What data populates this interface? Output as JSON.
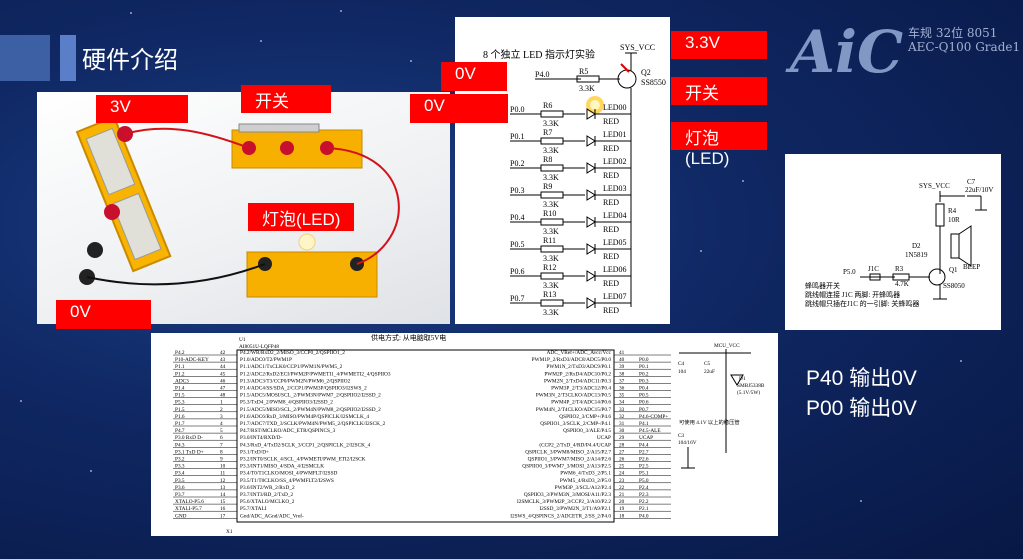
{
  "page": {
    "title": "硬件介绍"
  },
  "logo": {
    "text": "AiC",
    "caption_line1": "车规 32位 8051",
    "caption_line2": "AEC-Q100 Grade1"
  },
  "photo_labels": {
    "v3": "3V",
    "switch": "开关",
    "led": "灯泡(LED)",
    "v0": "0V"
  },
  "mid_labels": {
    "v0_upper": "0V",
    "v0_lower": "0V"
  },
  "schematic_labels": {
    "v33": "3.3V",
    "switch": "开关",
    "led": "灯泡(LED)"
  },
  "led_schematic": {
    "title": "8 个独立 LED 指示灯实验",
    "sys_vcc": "SYS_VCC",
    "p40": "P4.0",
    "r5": "R5",
    "r5_value": "3.3K",
    "q2": "Q2",
    "q2_model": "SS8550",
    "rows": [
      {
        "pin": "P0.0",
        "res": "R6",
        "val": "3.3K",
        "led": "LED00",
        "color": "RED"
      },
      {
        "pin": "P0.1",
        "res": "R7",
        "val": "3.3K",
        "led": "LED01",
        "color": "RED"
      },
      {
        "pin": "P0.2",
        "res": "R8",
        "val": "3.3K",
        "led": "LED02",
        "color": "RED"
      },
      {
        "pin": "P0.3",
        "res": "R9",
        "val": "3.3K",
        "led": "LED03",
        "color": "RED"
      },
      {
        "pin": "P0.4",
        "res": "R10",
        "val": "3.3K",
        "led": "LED04",
        "color": "RED"
      },
      {
        "pin": "P0.5",
        "res": "R11",
        "val": "3.3K",
        "led": "LED05",
        "color": "RED"
      },
      {
        "pin": "P0.6",
        "res": "R12",
        "val": "3.3K",
        "led": "LED06",
        "color": "RED"
      },
      {
        "pin": "P0.7",
        "res": "R13",
        "val": "3.3K",
        "led": "LED07",
        "color": "RED"
      }
    ]
  },
  "beep_schematic": {
    "sys_vcc": "SYS_VCC",
    "c7": "C7",
    "c7_value": "22uF/10V",
    "r4": "R4",
    "r4_value": "10R",
    "d2": "D2",
    "d2_model": "1N5819",
    "beep": "BEEP",
    "p50": "P5.0",
    "j1c": "J1C",
    "r3": "R3",
    "r3_value": "4.7K",
    "q1": "Q1",
    "q1_model": "SS8050",
    "note1": "蜂鸣器开关",
    "note2": "跳线帽连接 J1C 两脚: 开蜂鸣器",
    "note3": "跳线帽只插在J1C 的一引脚: 关蜂鸣器"
  },
  "mcu_schematic": {
    "header": "供电方式: 从电脑取5V电",
    "u1": "U1",
    "u1_model": "AI8051U-LQFP48",
    "x1": "X1",
    "mcu_vcc": "MCU_VCC",
    "d1": "D1",
    "d1_model": "SMBJ5338B",
    "d1_value": "(5.1V/5W)",
    "c4": "C4",
    "c4_value": "104",
    "c5": "C5",
    "c5_value": "22uF",
    "c3": "C3",
    "c3_value": "104/16V",
    "regulator_note": "可使用 4.1V 以上的稳压管",
    "left_pins": [
      {
        "net": "P4.2",
        "num": "42",
        "func": "P4.2/WR/RxD2_2/MISO_3/CCP0_2/QSPIIO1_2"
      },
      {
        "net": "P10-ADC-KEY",
        "num": "43",
        "func": "P1.0/ADC0/T2/PWM1P"
      },
      {
        "net": "P1.1",
        "num": "44",
        "func": "P1.1/ADC1/TxCLK0/CCP1/PWM1N/PWM5_2"
      },
      {
        "net": "P1.2",
        "num": "45",
        "func": "P1.2/ADC2/RxD2/ECI/PWM2P/PWMETI1_4/PWMETI2_4/QSPIIO3"
      },
      {
        "net": "ADC3",
        "num": "46",
        "func": "P1.3/ADC3/T3/CCP0/PWM2N/PWM6_2/QSPIIO2"
      },
      {
        "net": "P1.4",
        "num": "47",
        "func": "P1.4/ADC4/SS/SDA_2/CCP1/PWM3P/QSPIIO3/I2SWS_2"
      },
      {
        "net": "P1.5",
        "num": "48",
        "func": "P1.5/ADC5/MOSI/SCL_2/PWM3N/PWM7_2/QSPIIO2/I2SSD_2"
      },
      {
        "net": "P5.3",
        "num": "1",
        "func": "P5.3/TxD4_2/PWM8_4/QSPIIO3/I2SSD_2"
      },
      {
        "net": "P1.5",
        "num": "2",
        "func": "P1.5/ADC5/MISO/SCL_2/PWM4N/PWM8_2/QSPIIO2/I2SSD_2"
      },
      {
        "net": "P1.6",
        "num": "3",
        "func": "P1.6/ADC6/RxD_3/MISO/PWM4P/QSPICLK/I2SMCLK_4"
      },
      {
        "net": "P1.7",
        "num": "4",
        "func": "P1.7/ADC7/TXD_3/SCLK/PWM4N/PWM5_2/QSPICLK/I2SCK_2"
      },
      {
        "net": "P4.7",
        "num": "5",
        "func": "P4.7/RST/MCLKO/ADC_ETR/QSPINCS_3"
      },
      {
        "net": "P3.0 RxD D-",
        "num": "6",
        "func": "P3.0/INT4/RXD/D-"
      },
      {
        "net": "P4.3",
        "num": "7",
        "func": "P4.3/RxD_4/TxD2/SCLK_3/CCP1_2/QSPICLK_2/I2SCK_4"
      },
      {
        "net": "P3.1 TxD D+",
        "num": "8",
        "func": "P3.1/TxD/D+"
      },
      {
        "net": "P3.2",
        "num": "9",
        "func": "P3.2/INT0/SCLK_4/SCL_4/PWMETI/PWM_ETI2/I2SCK"
      },
      {
        "net": "P3.3",
        "num": "10",
        "func": "P3.3/INT1/MISO_4/SDA_4/I2SMCLK"
      },
      {
        "net": "P3.4",
        "num": "11",
        "func": "P3.4/T0/T1CLKO/MOSI_4/PWMFLT/I2SSD"
      },
      {
        "net": "P3.5",
        "num": "12",
        "func": "P3.5/T1/T0CLKO/SS_4/PWMFLT2/I2SWS"
      },
      {
        "net": "P3.6",
        "num": "13",
        "func": "P3.6/INT2/WR_2/RxD_2"
      },
      {
        "net": "P3.7",
        "num": "14",
        "func": "P3.7/INT3/RD_2/TxD_2"
      },
      {
        "net": "XTALO-P5.6",
        "num": "15",
        "func": "P5.6/XTALO/MCLKO_2"
      },
      {
        "net": "XTALI-P5.7",
        "num": "16",
        "func": "P5.7/XTALI"
      },
      {
        "net": "GND",
        "num": "17",
        "func": "Gnd/ADC_AGnd/ADC_Vref-"
      }
    ],
    "right_pins": [
      {
        "func": "ADC_VRef+/ADC_Avcc/Vcc",
        "num": "41",
        "net": ""
      },
      {
        "func": "PWM1P_2/RxD3/ADC8/ADC5/P0.0",
        "num": "40",
        "net": "P0.0"
      },
      {
        "func": "PWM1N_2/TxD3/ADC9/P0.1",
        "num": "39",
        "net": "P0.1"
      },
      {
        "func": "PWM2P_2/RxD4/ADC10/P0.2",
        "num": "38",
        "net": "P0.2"
      },
      {
        "func": "PWM2N_2/TxD4/ADC11/P0.3",
        "num": "37",
        "net": "P0.3"
      },
      {
        "func": "PWM3P_2/T3/ADC12/P0.4",
        "num": "36",
        "net": "P0.4"
      },
      {
        "func": "PWM3N_2/T3CLKO/ADC13/P0.5",
        "num": "35",
        "net": "P0.5"
      },
      {
        "func": "PWM4P_2/T4/ADC14/P0.6",
        "num": "34",
        "net": "P0.6"
      },
      {
        "func": "PWM4N_2/T4CLKO/ADC15/P0.7",
        "num": "33",
        "net": "P0.7"
      },
      {
        "func": "QSPIIO2_3/CMP+/P4.6",
        "num": "32",
        "net": "P4.6-COMP+"
      },
      {
        "func": "QSPIIO1_3/SCLK_2/CMP-/P4.1",
        "num": "31",
        "net": "P4.1"
      },
      {
        "func": "QSPIIO0_3/ALE/P4.5",
        "num": "30",
        "net": "P4.5-ALE"
      },
      {
        "func": "UCAP",
        "num": "29",
        "net": "UCAP"
      },
      {
        "func": "(CCP2_2/TxD_4/RD/P4.4/UCAP",
        "num": "28",
        "net": "P4.4"
      },
      {
        "func": "QSPICLK_3/PWM8/MISO_2/A15/P2.7",
        "num": "27",
        "net": "P2.7"
      },
      {
        "func": "QSPIIO1_3/PWM7/MISO_2/A14/P2.6",
        "num": "26",
        "net": "P2.6"
      },
      {
        "func": "QSPIIO0_3/PWM7_3/MOSI_2/A13/P2.5",
        "num": "25",
        "net": "P2.5"
      },
      {
        "func": "PWM6_4/TxD3_2/P5.1",
        "num": "24",
        "net": "P5.1"
      },
      {
        "func": "PWM5_4/RxD3_2/P5.0",
        "num": "23",
        "net": "P5.0"
      },
      {
        "func": "PWM3P_3/SCL/A12/P2.4",
        "num": "22",
        "net": "P2.4"
      },
      {
        "func": "QSPIIO3_3/PWM3N_3/MOSI/A11/P2.3",
        "num": "21",
        "net": "P2.3"
      },
      {
        "func": "I2SMCLK_3/PWM2P_3/CCP2_3/A10/P2.2",
        "num": "20",
        "net": "P2.2"
      },
      {
        "func": "I2SSD_3/PWM2N_3/T1/A9/P2.1",
        "num": "19",
        "net": "P2.1"
      },
      {
        "func": "I2SWS_4/QSPINCS_2/ADCETR_2/SS_2/P4.0",
        "num": "18",
        "net": "P4.0"
      }
    ]
  },
  "notes": {
    "line1": "P40 输出0V",
    "line2": "P00 输出0V"
  }
}
